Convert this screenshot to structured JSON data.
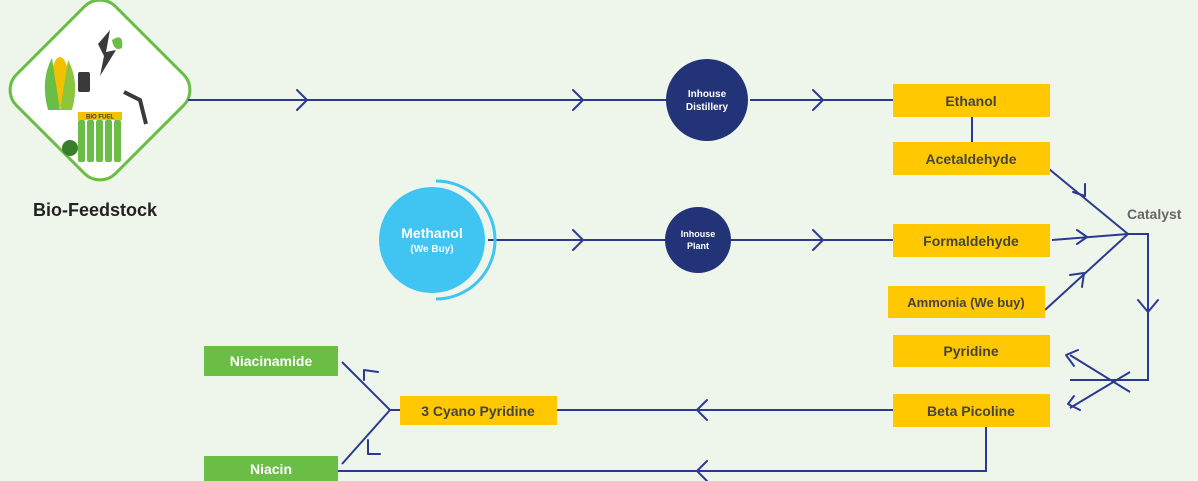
{
  "feedstock": {
    "label": "Bio-Feedstock",
    "logo_text": "BIO FUEL",
    "icon": "bio-fuel-icon"
  },
  "circles": {
    "distillery": [
      "Inhouse",
      "Distillery"
    ],
    "plant": [
      "Inhouse",
      "Plant"
    ],
    "methanol": [
      "Methanol",
      "(We Buy)"
    ]
  },
  "boxes": {
    "ethanol": "Ethanol",
    "acetaldehyde": "Acetaldehyde",
    "formaldehyde": "Formaldehyde",
    "ammonia": "Ammonia (We buy)",
    "pyridine": "Pyridine",
    "beta_picoline": "Beta Picoline",
    "cyano_pyridine": "3 Cyano Pyridine",
    "niacinamide": "Niacinamide",
    "niacin": "Niacin"
  },
  "catalyst_label": "Catalyst",
  "colors": {
    "background": "#eef6ec",
    "line": "#2b3a8f",
    "dark_circle": "#233378",
    "light_circle": "#40c4f2",
    "yellow_box": "#ffc800",
    "green_box": "#6abd45",
    "box_text_dark": "#444444",
    "box_text_light": "#ffffff"
  }
}
